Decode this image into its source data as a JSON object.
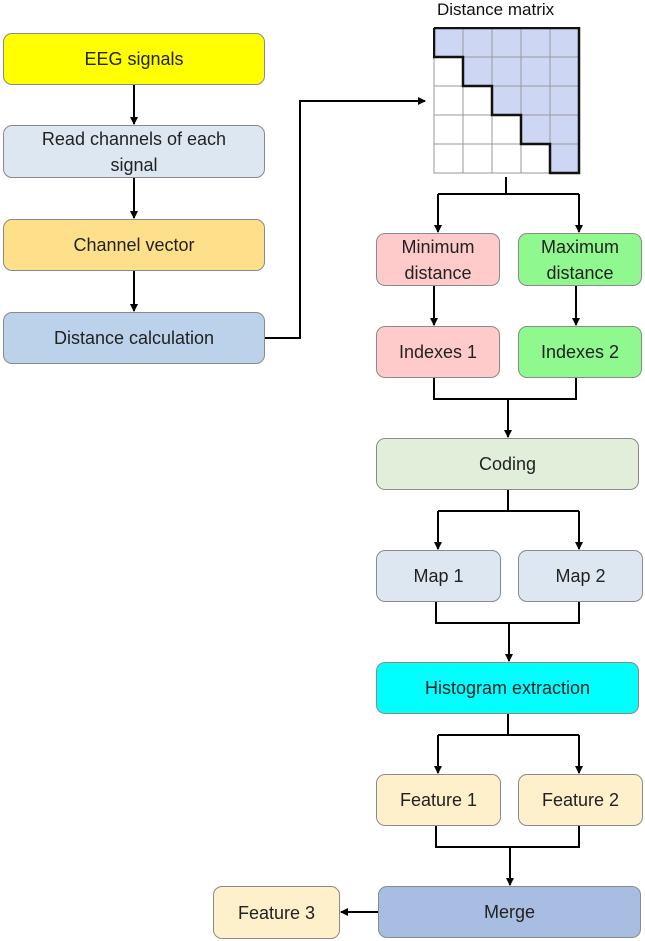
{
  "matrix": {
    "title": "Distance matrix",
    "size": 5,
    "fill_color": "#cdd6f2"
  },
  "nodes": {
    "eeg": {
      "label": "EEG signals",
      "color": "#ffff00"
    },
    "read": {
      "label": "Read channels of each signal",
      "color": "#dde7f2"
    },
    "channel": {
      "label": "Channel vector",
      "color": "#ffe08a"
    },
    "distcalc": {
      "label": "Distance calculation",
      "color": "#bcd2ea"
    },
    "mindist": {
      "label": "Minimum distance",
      "color": "#ffcaca"
    },
    "maxdist": {
      "label": "Maximum distance",
      "color": "#8ff88f"
    },
    "idx1": {
      "label": "Indexes 1",
      "color": "#ffcaca"
    },
    "idx2": {
      "label": "Indexes 2",
      "color": "#8ff88f"
    },
    "coding": {
      "label": "Coding",
      "color": "#e2eed9"
    },
    "map1": {
      "label": "Map 1",
      "color": "#dde7f2"
    },
    "map2": {
      "label": "Map 2",
      "color": "#dde7f2"
    },
    "hist": {
      "label": "Histogram extraction",
      "color": "#00ffff"
    },
    "feat1": {
      "label": "Feature 1",
      "color": "#fff0cc"
    },
    "feat2": {
      "label": "Feature 2",
      "color": "#fff0cc"
    },
    "merge": {
      "label": "Merge",
      "color": "#a8bde2"
    },
    "feat3": {
      "label": "Feature 3",
      "color": "#fff0cc"
    }
  }
}
